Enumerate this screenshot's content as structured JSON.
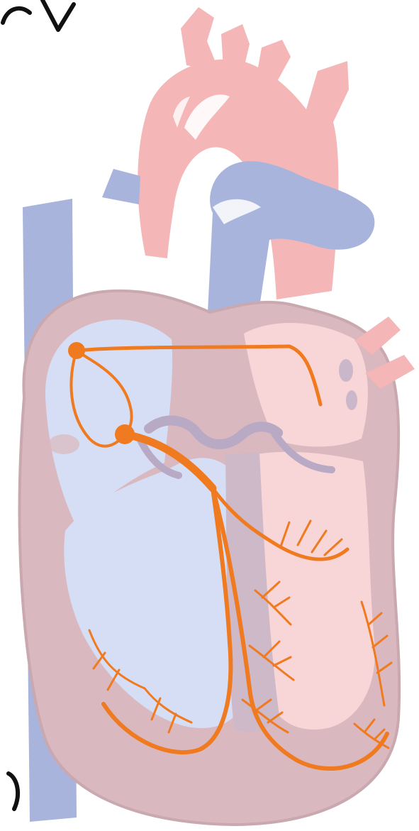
{
  "diagram": {
    "type": "heart-conduction-system",
    "colors": {
      "background": "#ffffff",
      "arterial": "#f4b6b6",
      "arterial_highlight": "#ffffff",
      "venous": "#a9b4dc",
      "myocardium": "#d9b9bf",
      "right_chamber": "#d5def4",
      "left_chamber": "#f8d5d6",
      "septum": "#cdb9c7",
      "conduction": "#f07a1f",
      "ink": "#111111"
    },
    "icons": {
      "sinoatrial_node": "circle-node",
      "atrioventricular_node": "circle-node"
    }
  }
}
